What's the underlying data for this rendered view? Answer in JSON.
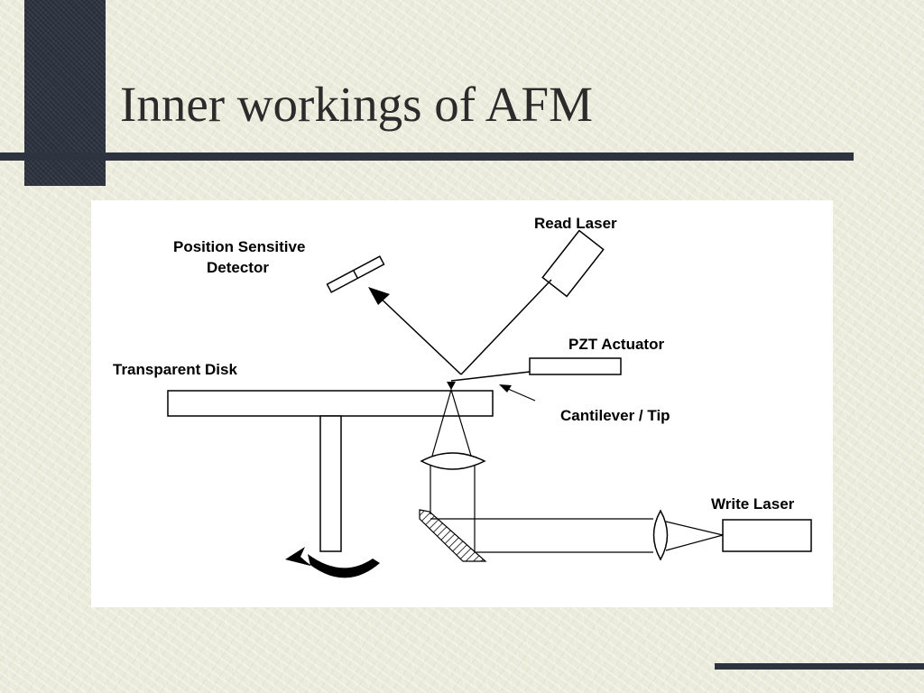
{
  "slide": {
    "title": "Inner workings of AFM"
  },
  "diagram": {
    "labels": {
      "psd_line1": "Position Sensitive",
      "psd_line2": "Detector",
      "read_laser": "Read Laser",
      "pzt_actuator": "PZT Actuator",
      "transparent_disk": "Transparent Disk",
      "cantilever_tip": "Cantilever / Tip",
      "write_laser": "Write Laser"
    }
  }
}
